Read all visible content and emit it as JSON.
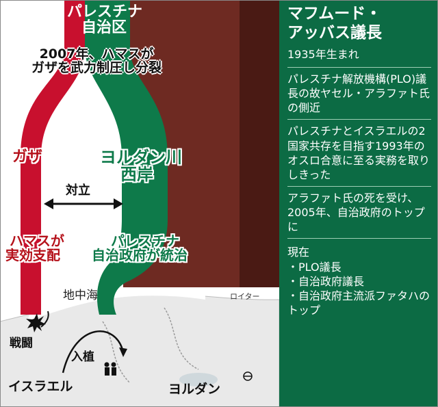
{
  "header": {
    "region_label_line1": "パレスチナ",
    "region_label_line2": "自治区"
  },
  "event": {
    "line1": "2007年、ハマスが",
    "line2": "ガザを武力制圧し分裂"
  },
  "gaza": {
    "name": "ガザ",
    "control_line1": "ハマスが",
    "control_line2": "実効支配"
  },
  "westbank": {
    "name_line1": "ヨルダン川",
    "name_line2": "西岸",
    "control_line1": "パレスチナ",
    "control_line2": "自治政府が統治"
  },
  "conflict_label": "対立",
  "map": {
    "sea": "地中海",
    "battle": "戦闘",
    "settlement": "入植",
    "israel": "イスラエル",
    "jordan": "ヨルダン",
    "credit": "ロイター"
  },
  "profile": {
    "name_line1": "マフムード・",
    "name_line2": "アッバス議長",
    "born": "1935年生まれ",
    "para1": "パレスチナ解放機構(PLO)議長の故ヤセル・アラファト氏の側近",
    "para2": "パレスチナとイスラエルの2国家共存を目指す1993年のオスロ合意に至る実務を取りしきった",
    "para3": "アラファト氏の死を受け、2005年、自治政府のトップに",
    "now_title": "現在",
    "now_items": [
      "・PLO議長",
      "・自治政府議長",
      "・自治政府主流派ファタハのトップ"
    ]
  },
  "colors": {
    "gaza_red": "#c8102e",
    "westbank_green": "#0e7a4a",
    "panel_green": "#0c6b44"
  }
}
